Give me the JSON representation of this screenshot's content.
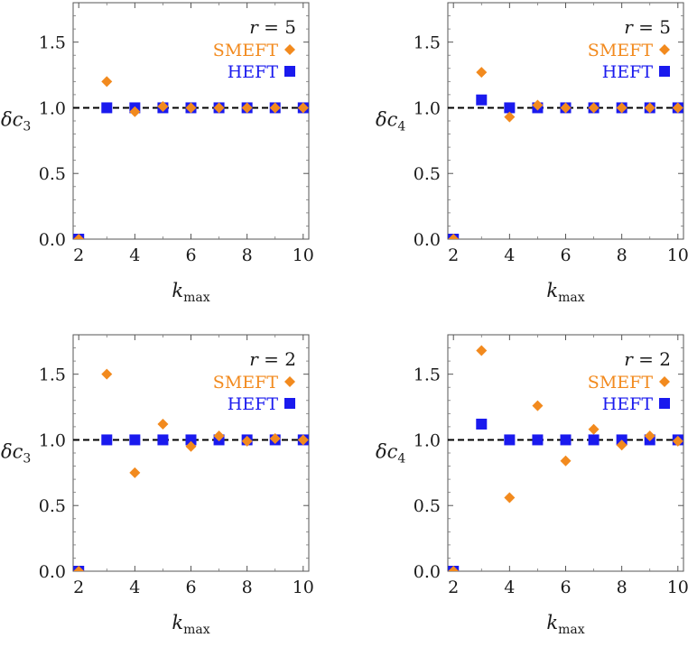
{
  "chart_data": [
    {
      "type": "scatter",
      "panel": "top-left",
      "xlabel": "k",
      "xlabel_sub": "max",
      "ylabel": "δc",
      "ylabel_sub": "3",
      "xlim": [
        1.8,
        10.2
      ],
      "ylim": [
        0,
        1.8
      ],
      "xticks": [
        "2",
        "4",
        "6",
        "8",
        "10"
      ],
      "yticks": [
        "0.0",
        "0.5",
        "1.0",
        "1.5"
      ],
      "annotation": "r = 5",
      "reference_line": 1.0,
      "series": [
        {
          "name": "SMEFT",
          "marker": "diamond",
          "color": "#f28a1e",
          "x": [
            2,
            3,
            4,
            5,
            6,
            7,
            8,
            9,
            10
          ],
          "y": [
            0.0,
            1.2,
            0.97,
            1.01,
            1.0,
            1.0,
            1.0,
            1.0,
            1.0
          ]
        },
        {
          "name": "HEFT",
          "marker": "square",
          "color": "#1a1aee",
          "x": [
            2,
            3,
            4,
            5,
            6,
            7,
            8,
            9,
            10
          ],
          "y": [
            0.0,
            1.0,
            1.0,
            1.0,
            1.0,
            1.0,
            1.0,
            1.0,
            1.0
          ]
        }
      ]
    },
    {
      "type": "scatter",
      "panel": "top-right",
      "xlabel": "k",
      "xlabel_sub": "max",
      "ylabel": "δc",
      "ylabel_sub": "4",
      "xlim": [
        1.8,
        10.2
      ],
      "ylim": [
        0,
        1.8
      ],
      "xticks": [
        "2",
        "4",
        "6",
        "8",
        "10"
      ],
      "yticks": [
        "0.0",
        "0.5",
        "1.0",
        "1.5"
      ],
      "annotation": "r = 5",
      "reference_line": 1.0,
      "series": [
        {
          "name": "SMEFT",
          "marker": "diamond",
          "color": "#f28a1e",
          "x": [
            2,
            3,
            4,
            5,
            6,
            7,
            8,
            9,
            10
          ],
          "y": [
            0.0,
            1.27,
            0.93,
            1.02,
            1.0,
            1.0,
            1.0,
            1.0,
            1.0
          ]
        },
        {
          "name": "HEFT",
          "marker": "square",
          "color": "#1a1aee",
          "x": [
            2,
            3,
            4,
            5,
            6,
            7,
            8,
            9,
            10
          ],
          "y": [
            0.0,
            1.06,
            1.0,
            1.0,
            1.0,
            1.0,
            1.0,
            1.0,
            1.0
          ]
        }
      ]
    },
    {
      "type": "scatter",
      "panel": "bottom-left",
      "xlabel": "k",
      "xlabel_sub": "max",
      "ylabel": "δc",
      "ylabel_sub": "3",
      "xlim": [
        1.8,
        10.2
      ],
      "ylim": [
        0,
        1.8
      ],
      "xticks": [
        "2",
        "4",
        "6",
        "8",
        "10"
      ],
      "yticks": [
        "0.0",
        "0.5",
        "1.0",
        "1.5"
      ],
      "annotation": "r = 2",
      "reference_line": 1.0,
      "series": [
        {
          "name": "SMEFT",
          "marker": "diamond",
          "color": "#f28a1e",
          "x": [
            2,
            3,
            4,
            5,
            6,
            7,
            8,
            9,
            10
          ],
          "y": [
            0.0,
            1.5,
            0.75,
            1.12,
            0.95,
            1.03,
            0.99,
            1.01,
            1.0
          ]
        },
        {
          "name": "HEFT",
          "marker": "square",
          "color": "#1a1aee",
          "x": [
            2,
            3,
            4,
            5,
            6,
            7,
            8,
            9,
            10
          ],
          "y": [
            0.0,
            1.0,
            1.0,
            1.0,
            1.0,
            1.0,
            1.0,
            1.0,
            1.0
          ]
        }
      ]
    },
    {
      "type": "scatter",
      "panel": "bottom-right",
      "xlabel": "k",
      "xlabel_sub": "max",
      "ylabel": "δc",
      "ylabel_sub": "4",
      "xlim": [
        1.8,
        10.2
      ],
      "ylim": [
        0,
        1.8
      ],
      "xticks": [
        "2",
        "4",
        "6",
        "8",
        "10"
      ],
      "yticks": [
        "0.0",
        "0.5",
        "1.0",
        "1.5"
      ],
      "annotation": "r = 2",
      "reference_line": 1.0,
      "series": [
        {
          "name": "SMEFT",
          "marker": "diamond",
          "color": "#f28a1e",
          "x": [
            2,
            3,
            4,
            5,
            6,
            7,
            8,
            9,
            10
          ],
          "y": [
            0.0,
            1.68,
            0.56,
            1.26,
            0.84,
            1.08,
            0.96,
            1.03,
            0.99
          ]
        },
        {
          "name": "HEFT",
          "marker": "square",
          "color": "#1a1aee",
          "x": [
            2,
            3,
            4,
            5,
            6,
            7,
            8,
            9,
            10
          ],
          "y": [
            0.0,
            1.12,
            1.0,
            1.0,
            1.0,
            1.0,
            1.0,
            1.0,
            1.0
          ]
        }
      ]
    }
  ]
}
